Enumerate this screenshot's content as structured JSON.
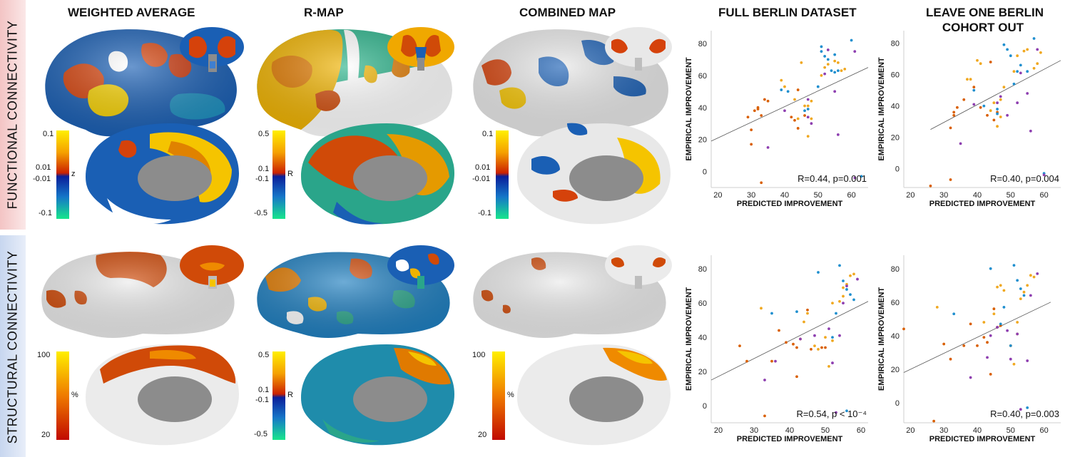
{
  "rows": {
    "functional": "FUNCTIONAL CONNECTIVITY",
    "structural": "STRUCTURAL CONNECTIVITY"
  },
  "columns": {
    "weighted": "WEIGHTED AVERAGE",
    "rmap": "R-MAP",
    "combined": "COMBINED MAP",
    "full": "FULL BERLIN DATASET",
    "leave_line1": "LEAVE ONE BERLIN",
    "leave_line2": "COHORT OUT"
  },
  "colorbars": {
    "fc_weighted": {
      "top": "0.1",
      "mid_pos": "0.01",
      "mid_neg": "-0.01",
      "bottom": "-0.1",
      "unit": "z"
    },
    "fc_rmap": {
      "top": "0.5",
      "mid_pos": "0.1",
      "mid_neg": "-0.1",
      "bottom": "-0.5",
      "unit": "R"
    },
    "fc_combined": {
      "top": "0.1",
      "mid_pos": "0.01",
      "mid_neg": "-0.01",
      "bottom": "-0.1"
    },
    "sc_weighted": {
      "top": "100",
      "bottom": "20",
      "unit": "%"
    },
    "sc_rmap": {
      "top": "0.5",
      "mid_pos": "0.1",
      "mid_neg": "-0.1",
      "bottom": "-0.5",
      "unit": "R"
    },
    "sc_combined": {
      "top": "100",
      "bottom": "20",
      "unit": "%"
    }
  },
  "colors": {
    "series1": "#d95f02",
    "series2": "#f0a820",
    "series3": "#1f8fcf",
    "series4": "#8e3fb0",
    "fit": "#555555",
    "brain_base": "#e6e6e6",
    "medial_wall": "#8c8c8c"
  },
  "chart_data": [
    {
      "type": "scatter",
      "row": "functional",
      "column": "FULL BERLIN DATASET",
      "xlabel": "PREDICTED IMPROVEMENT",
      "ylabel": "EMPIRICAL IMPROVEMENT",
      "xticks": [
        20,
        30,
        40,
        50,
        60
      ],
      "yticks": [
        0,
        20,
        40,
        60,
        80
      ],
      "xlim": [
        18,
        65
      ],
      "ylim": [
        -10,
        88
      ],
      "annotation": "R=0.44, p=0.001",
      "fit": {
        "x": [
          18,
          65
        ],
        "y": [
          19,
          65
        ]
      },
      "series": [
        {
          "values": [
            [
              29,
              34
            ],
            [
              30,
              26
            ],
            [
              30,
              17
            ],
            [
              31,
              38
            ],
            [
              32,
              39
            ],
            [
              32,
              40
            ],
            [
              33,
              -7
            ],
            [
              33,
              35
            ],
            [
              34,
              45
            ],
            [
              35,
              44
            ],
            [
              42,
              34
            ],
            [
              43,
              32
            ],
            [
              44,
              27
            ],
            [
              44,
              51
            ],
            [
              46,
              35
            ]
          ]
        },
        {
          "values": [
            [
              39,
              57
            ],
            [
              40,
              53
            ],
            [
              43,
              45
            ],
            [
              44,
              33
            ],
            [
              45,
              68
            ],
            [
              46,
              41
            ],
            [
              47,
              22
            ],
            [
              47,
              41
            ],
            [
              48,
              44
            ],
            [
              48,
              33
            ],
            [
              51,
              60
            ],
            [
              52,
              65
            ],
            [
              53,
              67
            ],
            [
              55,
              69
            ],
            [
              56,
              68
            ],
            [
              57,
              63
            ],
            [
              58,
              64
            ]
          ]
        },
        {
          "values": [
            [
              39,
              51
            ],
            [
              41,
              50
            ],
            [
              46,
              38
            ],
            [
              47,
              39
            ],
            [
              50,
              53
            ],
            [
              51,
              75
            ],
            [
              51,
              78
            ],
            [
              52,
              72
            ],
            [
              53,
              70
            ],
            [
              54,
              63
            ],
            [
              55,
              62
            ],
            [
              55,
              73
            ],
            [
              56,
              63
            ],
            [
              60,
              82
            ],
            [
              63,
              -3
            ]
          ]
        },
        {
          "values": [
            [
              35,
              15
            ],
            [
              40,
              38
            ],
            [
              47,
              45
            ],
            [
              47,
              34
            ],
            [
              48,
              30
            ],
            [
              52,
              61
            ],
            [
              53,
              76
            ],
            [
              55,
              50
            ],
            [
              56,
              23
            ],
            [
              61,
              75
            ],
            [
              61,
              -4
            ]
          ]
        }
      ]
    },
    {
      "type": "scatter",
      "row": "functional",
      "column": "LEAVE ONE BERLIN COHORT OUT",
      "xlabel": "PREDICTED IMPROVEMENT",
      "ylabel": "EMPIRICAL IMPROVEMENT",
      "xticks": [
        20,
        30,
        40,
        50,
        60
      ],
      "yticks": [
        0,
        20,
        40,
        60,
        80
      ],
      "xlim": [
        18,
        65
      ],
      "ylim": [
        -12,
        88
      ],
      "annotation": "R=0.40, p=0.004",
      "fit": {
        "x": [
          26,
          65
        ],
        "y": [
          25,
          69
        ]
      },
      "series": [
        {
          "values": [
            [
              26,
              -11
            ],
            [
              32,
              26
            ],
            [
              32,
              -7
            ],
            [
              33,
              34
            ],
            [
              33,
              36
            ],
            [
              34,
              39
            ],
            [
              36,
              44
            ],
            [
              39,
              52
            ],
            [
              41,
              39
            ],
            [
              43,
              34
            ],
            [
              44,
              68
            ],
            [
              45,
              31
            ],
            [
              46,
              36
            ]
          ]
        },
        {
          "values": [
            [
              37,
              57
            ],
            [
              38,
              57
            ],
            [
              40,
              69
            ],
            [
              41,
              67
            ],
            [
              44,
              37
            ],
            [
              45,
              42
            ],
            [
              46,
              27
            ],
            [
              47,
              44
            ],
            [
              47,
              33
            ],
            [
              48,
              52
            ],
            [
              51,
              62
            ],
            [
              52,
              72
            ],
            [
              54,
              75
            ],
            [
              55,
              76
            ],
            [
              57,
              64
            ],
            [
              58,
              67
            ],
            [
              59,
              74
            ]
          ]
        },
        {
          "values": [
            [
              39,
              50
            ],
            [
              42,
              40
            ],
            [
              46,
              38
            ],
            [
              46,
              35
            ],
            [
              48,
              79
            ],
            [
              49,
              76
            ],
            [
              50,
              72
            ],
            [
              51,
              54
            ],
            [
              52,
              62
            ],
            [
              53,
              66
            ],
            [
              55,
              62
            ],
            [
              57,
              83
            ],
            [
              60,
              -3
            ]
          ]
        },
        {
          "values": [
            [
              35,
              16
            ],
            [
              39,
              41
            ],
            [
              46,
              42
            ],
            [
              47,
              46
            ],
            [
              49,
              34
            ],
            [
              52,
              42
            ],
            [
              53,
              61
            ],
            [
              55,
              48
            ],
            [
              56,
              24
            ],
            [
              58,
              76
            ],
            [
              60,
              -4
            ]
          ]
        }
      ]
    },
    {
      "type": "scatter",
      "row": "structural",
      "column": "FULL BERLIN DATASET",
      "xlabel": "PREDICTED IMPROVEMENT",
      "ylabel": "EMPIRICAL IMPROVEMENT",
      "xticks": [
        20,
        30,
        40,
        50,
        60
      ],
      "yticks": [
        0,
        20,
        40,
        60,
        80
      ],
      "xlim": [
        18,
        62
      ],
      "ylim": [
        -10,
        88
      ],
      "annotation": "R=0.54, p < 10⁻⁴",
      "fit": {
        "x": [
          18,
          62
        ],
        "y": [
          15,
          61
        ]
      },
      "series": [
        {
          "values": [
            [
              26,
              35
            ],
            [
              28,
              26
            ],
            [
              33,
              -6
            ],
            [
              35,
              26
            ],
            [
              37,
              44
            ],
            [
              39,
              37
            ],
            [
              41,
              36
            ],
            [
              42,
              34
            ],
            [
              42,
              17
            ],
            [
              43,
              39
            ],
            [
              45,
              56
            ],
            [
              46,
              33
            ],
            [
              49,
              34
            ],
            [
              50,
              34
            ]
          ]
        },
        {
          "values": [
            [
              32,
              57
            ],
            [
              44,
              49
            ],
            [
              45,
              54
            ],
            [
              47,
              35
            ],
            [
              48,
              33
            ],
            [
              50,
              40
            ],
            [
              51,
              23
            ],
            [
              52,
              38
            ],
            [
              52,
              60
            ],
            [
              54,
              61
            ],
            [
              55,
              64
            ],
            [
              55,
              69
            ],
            [
              56,
              71
            ],
            [
              57,
              76
            ],
            [
              58,
              77
            ]
          ]
        },
        {
          "values": [
            [
              35,
              54
            ],
            [
              42,
              55
            ],
            [
              48,
              78
            ],
            [
              52,
              40
            ],
            [
              53,
              54
            ],
            [
              54,
              82
            ],
            [
              55,
              73
            ],
            [
              56,
              68
            ],
            [
              56,
              -3
            ],
            [
              57,
              65
            ],
            [
              58,
              62
            ]
          ]
        },
        {
          "values": [
            [
              33,
              15
            ],
            [
              36,
              26
            ],
            [
              43,
              39
            ],
            [
              47,
              41
            ],
            [
              51,
              45
            ],
            [
              52,
              25
            ],
            [
              53,
              -4
            ],
            [
              54,
              41
            ],
            [
              55,
              60
            ],
            [
              56,
              70
            ],
            [
              59,
              74
            ]
          ]
        }
      ]
    },
    {
      "type": "scatter",
      "row": "structural",
      "column": "LEAVE ONE BERLIN COHORT OUT",
      "xlabel": "PREDICTED IMPROVEMENT",
      "ylabel": "EMPIRICAL IMPROVEMENT",
      "xticks": [
        20,
        30,
        40,
        50,
        60
      ],
      "yticks": [
        0,
        20,
        40,
        60,
        80
      ],
      "xlim": [
        18,
        65
      ],
      "ylim": [
        -12,
        88
      ],
      "annotation": "R=0.40, p=0.003",
      "fit": {
        "x": [
          18,
          62
        ],
        "y": [
          18,
          60
        ]
      },
      "series": [
        {
          "values": [
            [
              18,
              44
            ],
            [
              27,
              -11
            ],
            [
              30,
              35
            ],
            [
              32,
              26
            ],
            [
              36,
              34
            ],
            [
              38,
              47
            ],
            [
              40,
              34
            ],
            [
              42,
              39
            ],
            [
              43,
              36
            ],
            [
              44,
              17
            ],
            [
              45,
              56
            ],
            [
              46,
              45
            ],
            [
              47,
              46
            ],
            [
              50,
              34
            ]
          ]
        },
        {
          "values": [
            [
              28,
              57
            ],
            [
              42,
              48
            ],
            [
              45,
              53
            ],
            [
              46,
              69
            ],
            [
              47,
              70
            ],
            [
              48,
              67
            ],
            [
              50,
              34
            ],
            [
              51,
              23
            ],
            [
              52,
              41
            ],
            [
              52,
              48
            ],
            [
              53,
              62
            ],
            [
              54,
              66
            ],
            [
              55,
              70
            ],
            [
              56,
              76
            ],
            [
              57,
              75
            ]
          ]
        },
        {
          "values": [
            [
              33,
              53
            ],
            [
              44,
              80
            ],
            [
              47,
              47
            ],
            [
              48,
              57
            ],
            [
              50,
              34
            ],
            [
              51,
              82
            ],
            [
              52,
              73
            ],
            [
              53,
              68
            ],
            [
              54,
              64
            ],
            [
              55,
              -3
            ]
          ]
        },
        {
          "values": [
            [
              38,
              15
            ],
            [
              43,
              27
            ],
            [
              44,
              40
            ],
            [
              46,
              45
            ],
            [
              49,
              43
            ],
            [
              50,
              26
            ],
            [
              52,
              41
            ],
            [
              53,
              -4
            ],
            [
              55,
              25
            ],
            [
              56,
              64
            ],
            [
              58,
              77
            ]
          ]
        }
      ]
    }
  ]
}
